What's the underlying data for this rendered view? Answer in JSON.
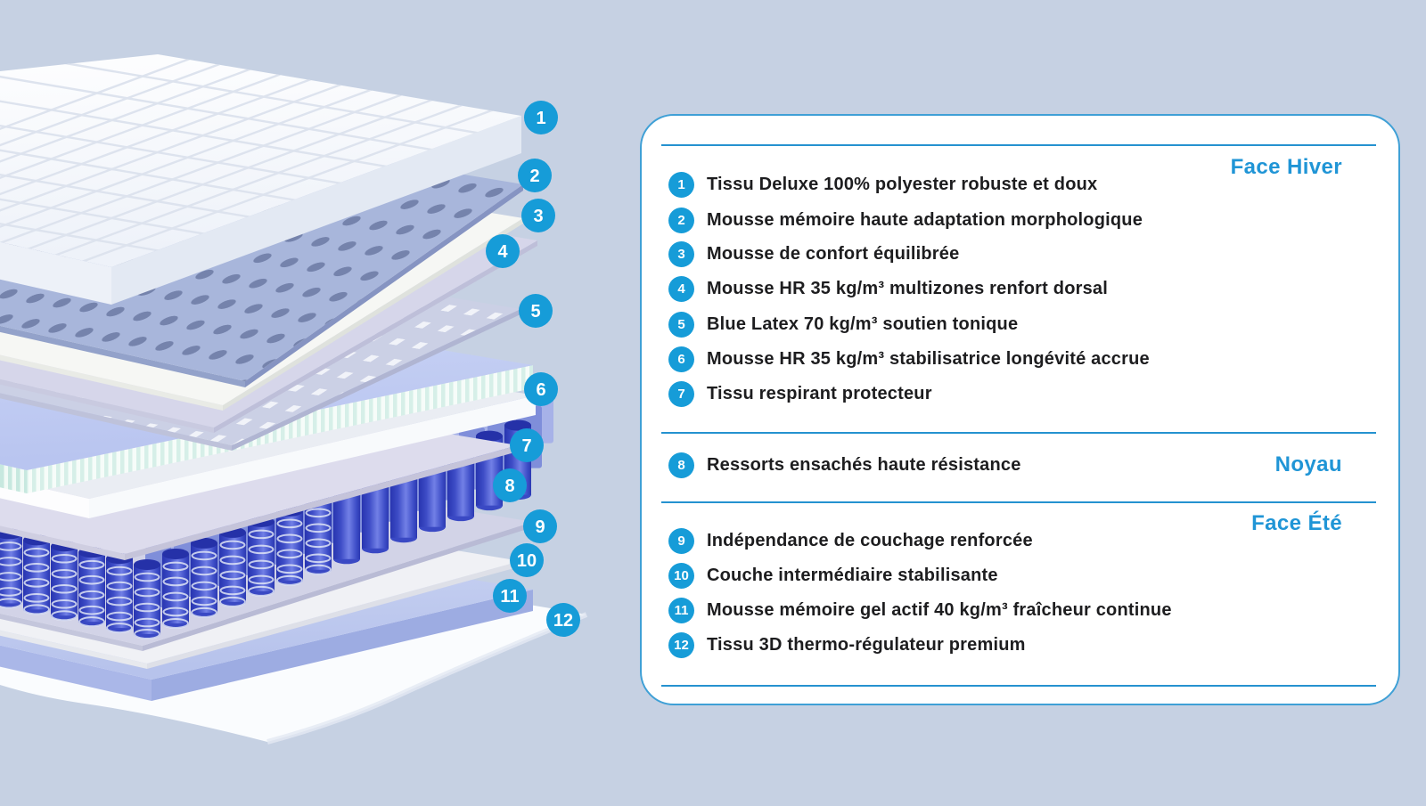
{
  "colors": {
    "background": "#c6d1e3",
    "accent_blue": "#2095d6",
    "badge_blue": "#169cd8",
    "panel_border": "#3fa0d6",
    "separator_blue": "#2592d0",
    "text_dark": "#1d1d1f",
    "spring_blue": "#3b4ac6",
    "latex_mint": "#cdeae2",
    "foam_periwinkle": "#c5cff2"
  },
  "panel": {
    "sections": [
      {
        "title": "Face Hiver",
        "items": [
          {
            "num": "1",
            "text": "Tissu Deluxe 100% polyester robuste et doux"
          },
          {
            "num": "2",
            "text": "Mousse mémoire haute adaptation morphologique"
          },
          {
            "num": "3",
            "text": "Mousse de confort équilibrée"
          },
          {
            "num": "4",
            "text": "Mousse HR 35 kg/m³ multizones renfort dorsal"
          },
          {
            "num": "5",
            "text": "Blue Latex 70 kg/m³ soutien tonique"
          },
          {
            "num": "6",
            "text": "Mousse HR 35 kg/m³ stabilisatrice longévité accrue"
          },
          {
            "num": "7",
            "text": "Tissu respirant protecteur"
          }
        ]
      },
      {
        "title": "Noyau",
        "items": [
          {
            "num": "8",
            "text": "Ressorts ensachés haute résistance"
          }
        ]
      },
      {
        "title": "Face Été",
        "items": [
          {
            "num": "9",
            "text": "Indépendance de couchage renforcée"
          },
          {
            "num": "10",
            "text": "Couche intermédiaire stabilisante"
          },
          {
            "num": "11",
            "text": "Mousse mémoire gel actif 40 kg/m³ fraîcheur continue"
          },
          {
            "num": "12",
            "text": "Tissu 3D thermo-régulateur premium"
          }
        ]
      }
    ]
  },
  "diagram": {
    "badges": [
      "1",
      "2",
      "3",
      "4",
      "5",
      "6",
      "7",
      "8",
      "9",
      "10",
      "11",
      "12"
    ]
  }
}
